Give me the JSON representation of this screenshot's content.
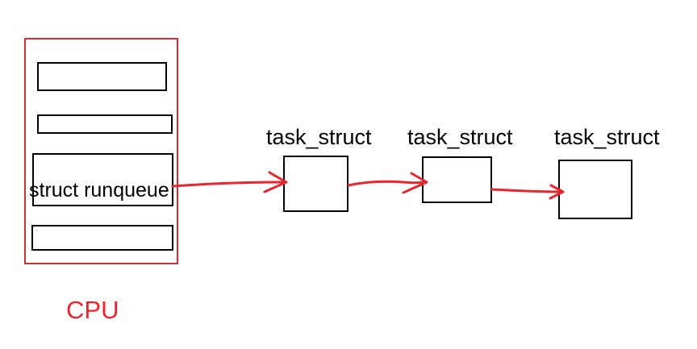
{
  "cpu": {
    "label": "CPU",
    "color": "#e8262d",
    "runqueue_label": "struct runqueue"
  },
  "task_nodes": [
    {
      "label": "task_struct"
    },
    {
      "label": "task_struct"
    },
    {
      "label": "task_struct"
    }
  ],
  "colors": {
    "arrow": "#e8262d",
    "box_border": "#000000",
    "text": "#000000"
  }
}
